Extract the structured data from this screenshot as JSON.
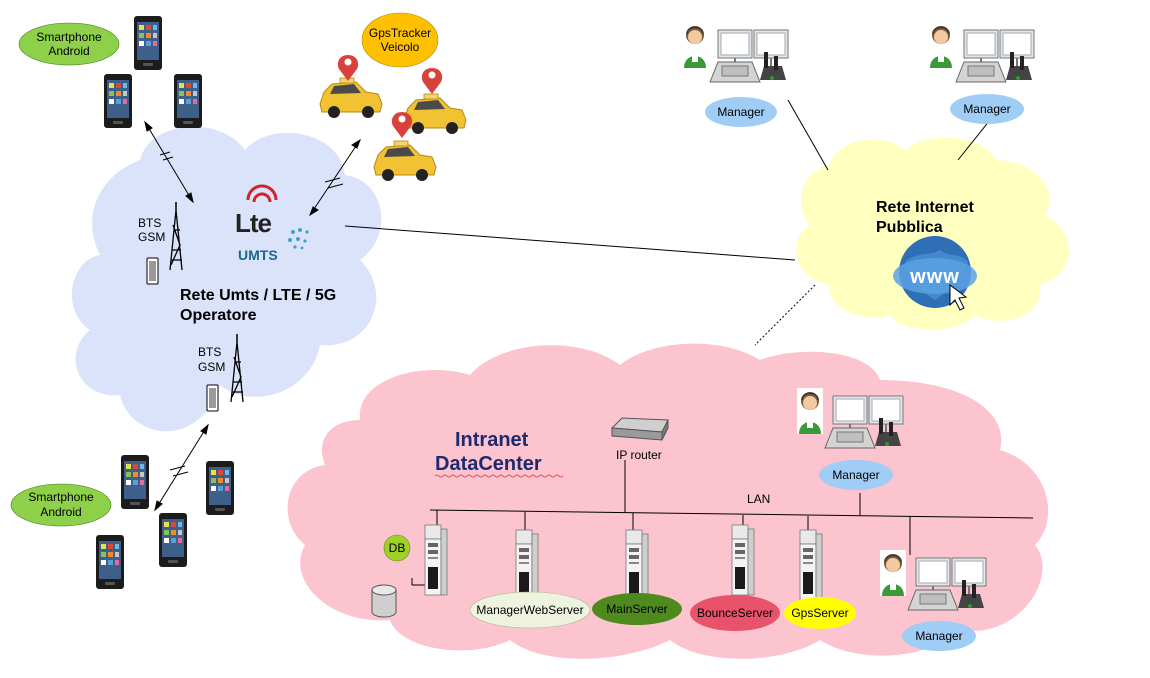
{
  "mobile_network": {
    "title_line1": "Rete Umts / LTE / 5G",
    "title_line2": "Operatore",
    "bts_top": [
      "BTS",
      "GSM"
    ],
    "bts_bottom": [
      "BTS",
      "GSM"
    ],
    "lte_logo": "Lte",
    "umts_logo": "UMTS"
  },
  "devices": {
    "smartphone_top": [
      "Smartphone",
      "Android"
    ],
    "smartphone_bottom": [
      "Smartphone",
      "Android"
    ],
    "gps_tracker": [
      "GpsTracker",
      "Veicolo"
    ]
  },
  "internet": {
    "title_line1": "Rete Internet",
    "title_line2": "Pubblica",
    "www_label": "www"
  },
  "datacenter": {
    "title_line1": "Intranet",
    "title_line2": "DataCenter",
    "router_label": "IP router",
    "lan_label": "LAN",
    "db_label": "DB",
    "servers": [
      {
        "label": "ManagerWebServer",
        "color": "#eef3e0"
      },
      {
        "label": "MainServer",
        "color": "#4f8a1e"
      },
      {
        "label": "BounceServer",
        "color": "#e8526a"
      },
      {
        "label": "GpsServer",
        "color": "#ffff00"
      }
    ]
  },
  "managers": [
    {
      "label": "Manager"
    },
    {
      "label": "Manager"
    },
    {
      "label": "Manager"
    },
    {
      "label": "Manager"
    }
  ],
  "colors": {
    "mobile_cloud": "#dbe3fb",
    "internet_cloud": "#ffffc0",
    "datacenter_cloud": "#fbc4cf",
    "smartphone_ellipse": "#8fd04a",
    "gps_ellipse": "#ffc000",
    "manager_ellipse": "#9fcdf5",
    "db_ellipse": "#9ed128",
    "datacenter_title": "#1f2a6e"
  }
}
